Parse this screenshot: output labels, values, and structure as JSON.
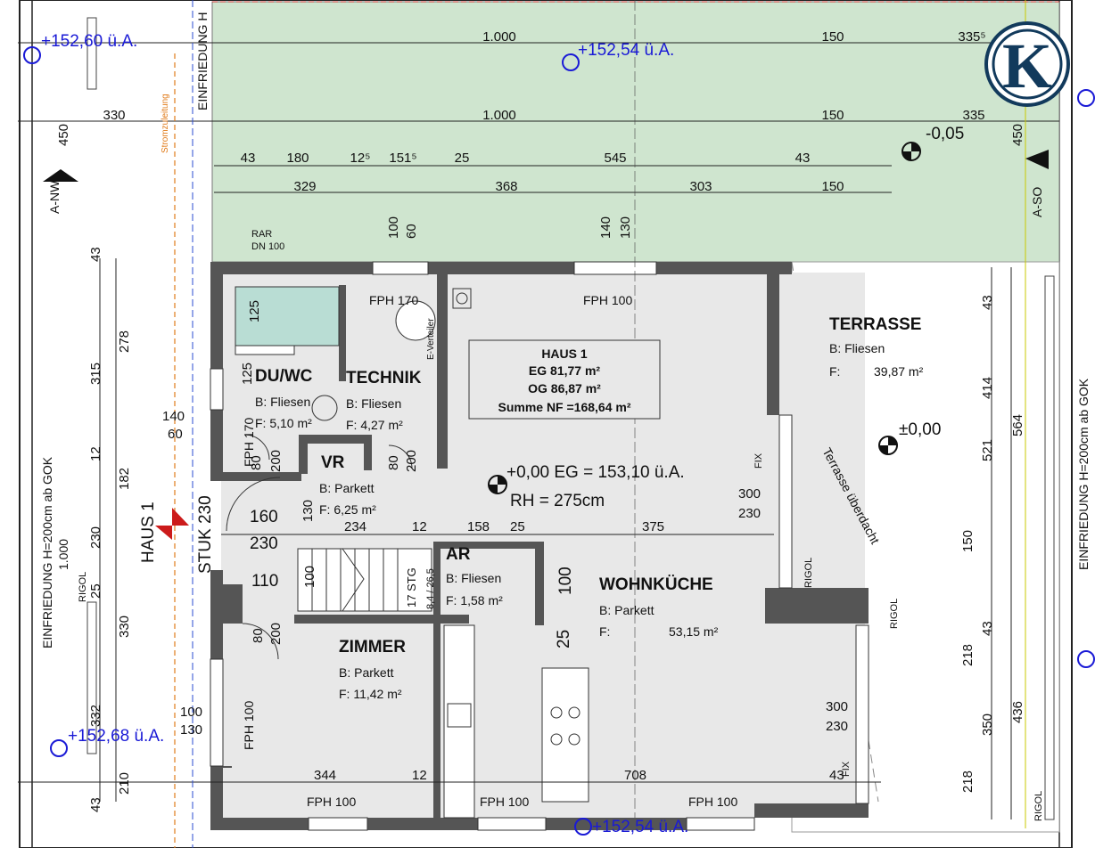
{
  "areas_box": {
    "title": "HAUS 1",
    "eg": "EG 81,77 m²",
    "og": "OG 86,87 m²",
    "sum": "Summe NF =168,64 m²"
  },
  "rooms": {
    "duwc": {
      "name": "DU/WC",
      "floor": "B: Fliesen",
      "area": "F: 5,10 m²"
    },
    "technik": {
      "name": "TECHNIK",
      "floor": "B: Fliesen",
      "area": "F:   4,27 m²"
    },
    "vr": {
      "name": "VR",
      "floor": "B: Parkett",
      "area": "F: 6,25 m²"
    },
    "ar": {
      "name": "AR",
      "floor": "B: Fliesen",
      "area": "F: 1,58 m²"
    },
    "zimmer": {
      "name": "ZIMMER",
      "floor": "B: Parkett",
      "area": "F: 11,42 m²"
    },
    "wohnkueche": {
      "name": "WOHNKÜCHE",
      "floor": "B: Parkett",
      "area_label": "F:",
      "area": "53,15 m²"
    },
    "terrasse": {
      "name": "TERRASSE",
      "floor": "B: Fliesen",
      "area_label": "F:",
      "area": "39,87 m²"
    }
  },
  "levels": {
    "eg": "+0,00 EG = 153,10 ü.A.",
    "rh": "RH = 275cm",
    "nw_top": "+152,60 ü.A.",
    "top_mid": "+152,54 ü.A.",
    "sw": "+152,68 ü.A.",
    "bottom": "+152,54 ü.A.",
    "minus": "-0,05",
    "terrace": "±0,00"
  },
  "labels": {
    "haus": "HAUS 1",
    "stuk": "STUK 230",
    "fence_left": "EINFRIEDUNG H=200cm ab GOK",
    "fence_right": "EINFRIEDUNG H=200cm ab GOK",
    "fence_top": "EINFRIEDUNG H",
    "fence_left_len": "1.000",
    "a_nw": "A-NW",
    "a_so": "A-SO",
    "rigol": "RIGOL",
    "rar": "RAR",
    "dn": "DN 100",
    "strom": "Stromzuleitung",
    "everteiler": "E-Verteiler",
    "terrasse_ueber": "Terrasse überdacht",
    "fix": "FIX",
    "logo": "K",
    "fph170": "FPH 170",
    "fph100": "FPH 100",
    "stg": "17 STG",
    "stg2": "8,4 / 26,5"
  },
  "dims": {
    "row1": [
      "1.000",
      "150",
      "335⁵"
    ],
    "row2": [
      "330",
      "1.000",
      "150",
      "335"
    ],
    "row3": [
      "43",
      "180",
      "12⁵",
      "151⁵",
      "25",
      "545",
      "43"
    ],
    "row4": [
      "329",
      "368",
      "303",
      "150"
    ],
    "window_heights": [
      "100",
      "60",
      "140",
      "130"
    ],
    "left_col": [
      "43",
      "278",
      "315",
      "182",
      "12",
      "230",
      "25",
      "330",
      "332",
      "210",
      "43"
    ],
    "right_col": [
      "43",
      "414",
      "521",
      "564",
      "150",
      "43",
      "218",
      "350",
      "436",
      "218"
    ],
    "misc": [
      "125",
      "125",
      "140",
      "60",
      "80",
      "200",
      "170",
      "80",
      "200",
      "160",
      "230",
      "130",
      "234",
      "12",
      "158",
      "25",
      "375",
      "110",
      "100",
      "80",
      "200",
      "100",
      "130",
      "100",
      "25",
      "300",
      "230",
      "300",
      "230",
      "344",
      "12",
      "708",
      "43",
      "450",
      "450"
    ]
  },
  "colors": {
    "garden": "#cfe5cf",
    "wall": "#555555",
    "floor": "#e8e8e8",
    "blue": "#1a1ad6",
    "orange": "#e07b1a",
    "logo": "#123a5c",
    "tile": "#b9ddd4"
  }
}
